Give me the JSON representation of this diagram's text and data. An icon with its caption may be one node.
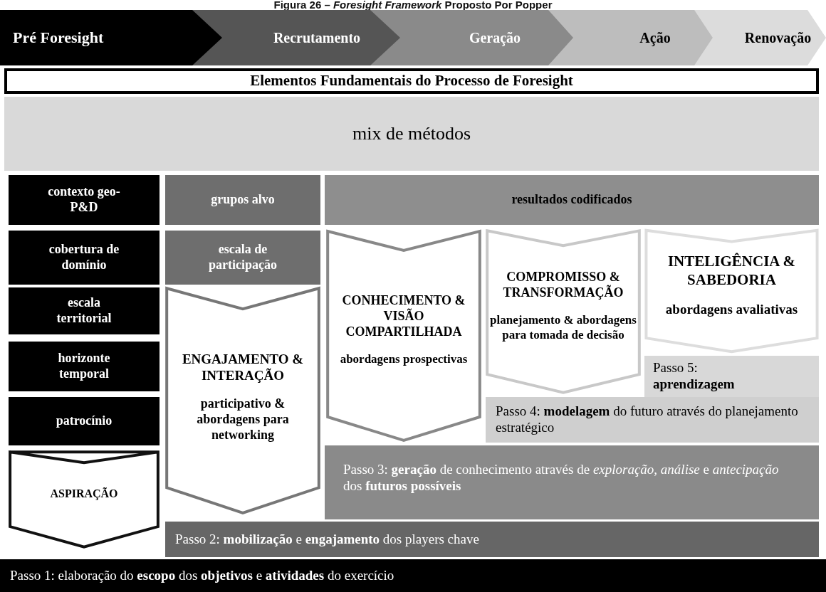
{
  "diagram": {
    "title": "Figura 26 – *Foresight Framework* Proposto Por Popper",
    "nodes": [
      {
        "text": [
          "Pré Foresight"
        ]
      },
      {
        "text": [
          "Recrutamento"
        ]
      },
      {
        "text": [
          "Geração"
        ]
      },
      {
        "text": [
          "Ação"
        ]
      },
      {
        "text": [
          "Renovação"
        ]
      },
      {
        "text": [
          "Elementos Fundamentais do Processo de Foresight"
        ]
      },
      {
        "text": [
          "mix de métodos"
        ]
      },
      {
        "text": [
          "contexto geo-P&D"
        ]
      },
      {
        "text": [
          "grupos alvo"
        ]
      },
      {
        "text": [
          "resultados codificados"
        ]
      },
      {
        "text": [
          "cobertura de domínio"
        ]
      },
      {
        "text": [
          "escala de participação"
        ]
      },
      {
        "text": [
          "escala territorial"
        ]
      },
      {
        "text": [
          "horizonte temporal"
        ]
      },
      {
        "text": [
          "patrocínio"
        ]
      },
      {
        "text": [
          "ASPIRAÇÃO"
        ]
      },
      {
        "text": [
          "ENGAJAMENTO & INTERAÇÃO",
          "participativo & abordagens para networking"
        ]
      },
      {
        "text": [
          "CONHECIMENTO & VISÃO COMPARTILHADA",
          "abordagens prospectivas"
        ]
      },
      {
        "text": [
          "COMPROMISSO & TRANSFORMAÇÃO",
          "planejamento & abordagens para tomada de decisão"
        ]
      },
      {
        "text": [
          "INTELIGÊNCIA & SABEDORIA",
          "abordagens avaliativas"
        ]
      },
      {
        "text": [
          "Passo 5: **aprendizagem**"
        ]
      },
      {
        "text": [
          "Passo 4: **modelagem** do futuro através do planejamento estratégico"
        ]
      },
      {
        "text": [
          "Passo 3: **geração** de conhecimento através de *exploração*, *análise* e *antecipação* dos **futuros possíveis**"
        ]
      },
      {
        "text": [
          "Passo 2: **mobilização** e **engajamento** dos players chave"
        ]
      },
      {
        "text": [
          "Passo 1: elaboração do **escopo** dos **objetivos** e **atividades** do exercício"
        ]
      }
    ]
  }
}
